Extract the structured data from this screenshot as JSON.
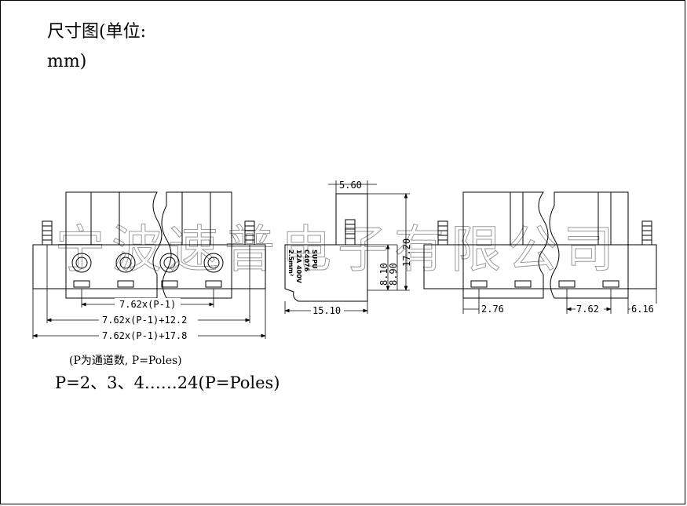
{
  "title": {
    "line1": "尺寸图(单位:",
    "line2": "mm)"
  },
  "watermark": "宁波速普电子有限公司",
  "dimensions": {
    "pitch": "7.62x(P-1)",
    "pitch_plus_12": "7.62x(P-1)+12.2",
    "pitch_plus_17": "7.62x(P-1)+17.8",
    "side_top": "5.60",
    "side_height": "17.20",
    "side_mid1": "8.10",
    "side_mid2": "8.90",
    "side_width": "15.10",
    "bottom_a": "2.76",
    "bottom_b": "7.62",
    "bottom_c": "6.16"
  },
  "label": {
    "line1": "SUPU",
    "line2": "C4076",
    "line3": "12A 400V",
    "line4": "2.5mm²"
  },
  "note": "(P为通道数, P=Poles)",
  "poles_line": "P=2、3、4……24(P=Poles)"
}
